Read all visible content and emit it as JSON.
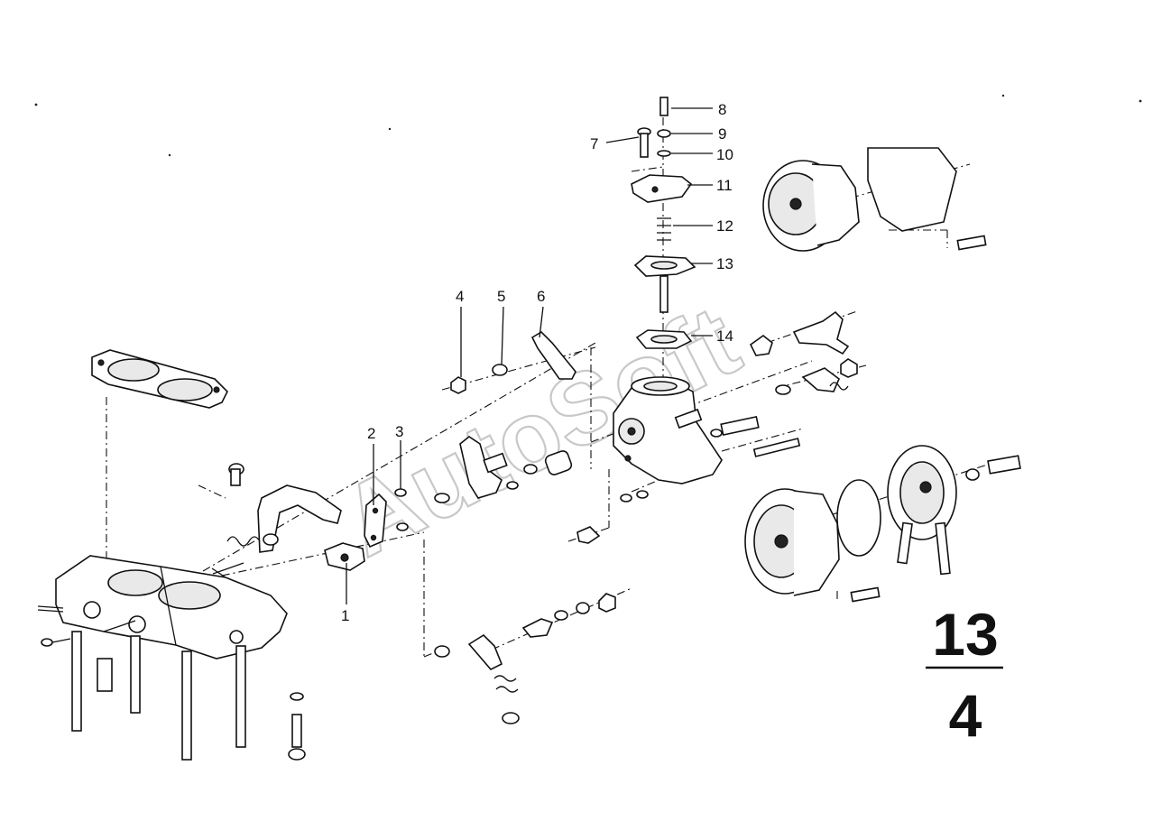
{
  "diagram": {
    "watermark": "AutoSoft",
    "group_number": {
      "top": "13",
      "bottom": "4"
    },
    "callouts": [
      {
        "id": "1",
        "label": "1"
      },
      {
        "id": "2",
        "label": "2"
      },
      {
        "id": "3",
        "label": "3"
      },
      {
        "id": "4",
        "label": "4"
      },
      {
        "id": "5",
        "label": "5"
      },
      {
        "id": "6",
        "label": "6"
      },
      {
        "id": "7",
        "label": "7"
      },
      {
        "id": "8",
        "label": "8"
      },
      {
        "id": "9",
        "label": "9"
      },
      {
        "id": "10",
        "label": "10"
      },
      {
        "id": "11",
        "label": "11"
      },
      {
        "id": "12",
        "label": "12"
      },
      {
        "id": "13",
        "label": "13"
      },
      {
        "id": "14",
        "label": "14"
      }
    ]
  }
}
